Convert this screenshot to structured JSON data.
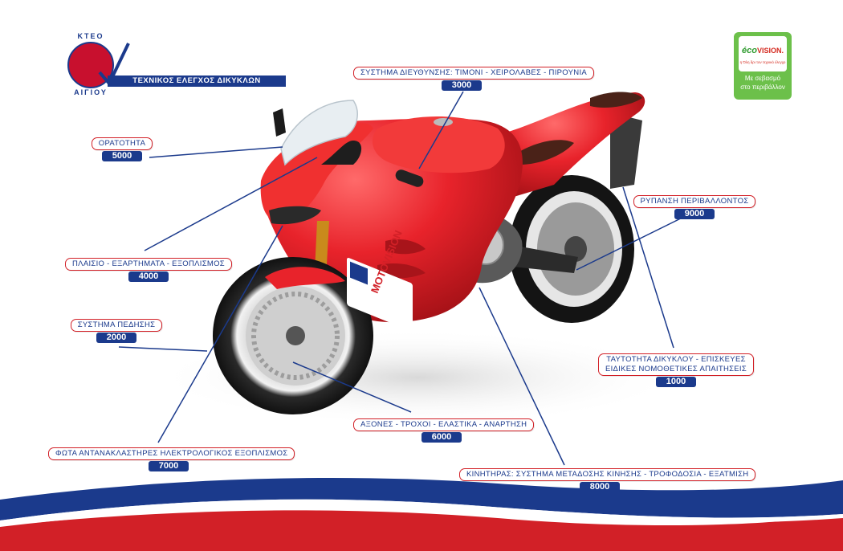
{
  "logo": {
    "arc_top": "ΚΤΕΟ",
    "arc_bottom": "ΑΙΓΙΟΥ",
    "bar": "ΤΕΧΝΙΚΟΣ ΕΛΕΓΧΟΣ ΔΙΚΥΚΛΩΝ"
  },
  "eco": {
    "logo_word": "éco",
    "logo_vision": "VISION.",
    "tagline": "η Όλη δρι τον τεχνικό έλεγχο",
    "text_line1": "Με σεβασμό",
    "text_line2": "στο περιβάλλον"
  },
  "decal": "MOTOVISION",
  "labels": [
    {
      "title": "ΣΥΣΤΗΜΑ ΔΙΕΥΘΥΝΣΗΣ: ΤΙΜΟΝΙ - ΧΕΙΡΟΛΑΒΕΣ - ΠΙΡΟΥΝΙΑ",
      "code": "3000"
    },
    {
      "title": "ΟΡΑΤΟΤΗΤΑ",
      "code": "5000"
    },
    {
      "title": "ΡΥΠΑΝΣΗ ΠΕΡΙΒΑΛΛΟΝΤΟΣ",
      "code": "9000"
    },
    {
      "title": "ΠΛΑΙΣΙΟ - ΕΞΑΡΤΗΜΑΤΑ - ΕΞΟΠΛΙΣΜΟΣ",
      "code": "4000"
    },
    {
      "title": "ΣΥΣΤΗΜΑ ΠΕΔΗΣΗΣ",
      "code": "2000"
    },
    {
      "title": "ΤΑΥΤΟΤΗΤΑ ΔΙΚΥΚΛΟΥ - ΕΠΙΣΚΕΥΕΣ",
      "title2": "ΕΙΔΙΚΕΣ ΝΟΜΟΘΕΤΙΚΕΣ ΑΠΑΙΤΗΣΕΙΣ",
      "code": "1000"
    },
    {
      "title": "ΑΞΟΝΕΣ - ΤΡΟΧΟΙ - ΕΛΑΣΤΙΚΑ - ΑΝΑΡΤΗΣΗ",
      "code": "6000"
    },
    {
      "title": "ΦΩΤΑ ΑΝΤΑΝΑΚΛΑΣΤΗΡΕΣ ΗΛΕΚΤΡΟΛΟΓΙΚΟΣ ΕΞΟΠΛΙΣΜΟΣ",
      "code": "7000"
    },
    {
      "title": "ΚΙΝΗΤΗΡΑΣ: ΣΥΣΤΗΜΑ ΜΕΤΑΔΟΣΗΣ ΚΙΝΗΣΗΣ - ΤΡΟΦΟΔΟΣΙΑ - ΕΞΑΤΜΙΣΗ",
      "code": "8000"
    }
  ],
  "colors": {
    "brand_blue": "#1b3a8c",
    "brand_red": "#d22027",
    "bike_red": "#e8232b",
    "eco_green": "#6cc04a"
  }
}
